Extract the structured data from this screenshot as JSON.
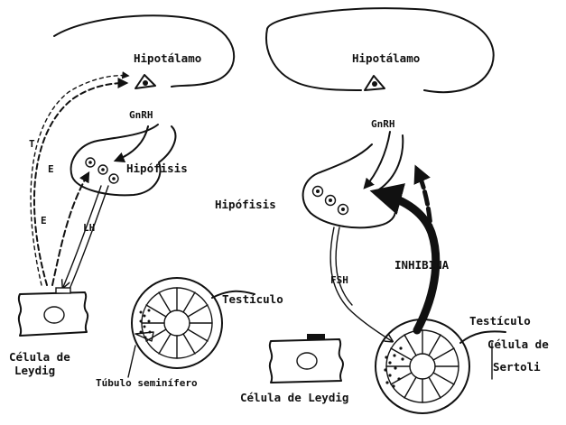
{
  "left_panel": {
    "hypothalamus_label": "Hipotálamo",
    "gnrh_label": "GnRH",
    "pituitary_label": "Hipófisis",
    "lh_label": "LH",
    "feedback_t_label": "T",
    "feedback_e_label_1": "E",
    "feedback_e_label_2": "E",
    "leydig_label_line1": "Célula de",
    "leydig_label_line2": "Leydig",
    "testis_label": "Testículo",
    "tubule_label": "Túbulo seminífero"
  },
  "right_panel": {
    "hypothalamus_label": "Hipotálamo",
    "gnrh_label": "GnRH",
    "pituitary_label": "Hipófisis",
    "fsh_label": "FSH",
    "inhibin_label": "INHIBINA",
    "testis_label": "Testículo",
    "sertoli_label_line1": "Célula de",
    "sertoli_label_line2": "Sertoli",
    "leydig_label": "Célula de Leydig"
  }
}
